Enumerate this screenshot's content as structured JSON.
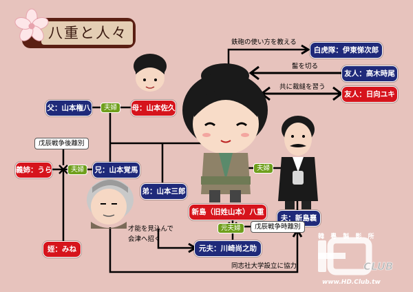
{
  "title": "八重と人々",
  "people": {
    "yae": "新島（旧姓山本）八重",
    "father": "父：山本権八",
    "mother": "母：山本佐久",
    "brother_kakuma": "兄：山本覚馬",
    "sister_in_law": "義姉：うら",
    "niece": "姪：みね",
    "brother_saburo": "弟：山本三郎",
    "husband": "夫：新島襄",
    "former_husband": "元夫：川崎尚之助",
    "tora": "白虎隊：伊東悌次郎",
    "takagi": "友人：高木時尾",
    "hinata": "友人：日向ユキ"
  },
  "relations": {
    "parents_couple": "夫婦",
    "kakuma_couple": "夫婦",
    "yae_husband_couple": "夫婦",
    "former_couple": "元夫婦",
    "kakuma_divorce": "戊辰戦争後離別",
    "former_divorce": "戊辰戦争時離別",
    "tora_note": "鉄砲の使い方を教える",
    "takagi_note": "髷を切る",
    "hinata_note": "共に裁縫を習う",
    "talent_note_1": "才能を見込んで",
    "talent_note_2": "会津へ招く",
    "doshisha_note": "同志社大学設立に協力"
  },
  "logo": {
    "caption": "韓 粵 製 影 所",
    "text": "CLUB",
    "url": "www.HD.Club.tw"
  },
  "colors": {
    "background": "#e7c3bd",
    "male_box": "#1f2a7a",
    "female_box": "#d6141c",
    "couple_tag": "#6f9f1c",
    "title_frame": "#5a1f13"
  }
}
